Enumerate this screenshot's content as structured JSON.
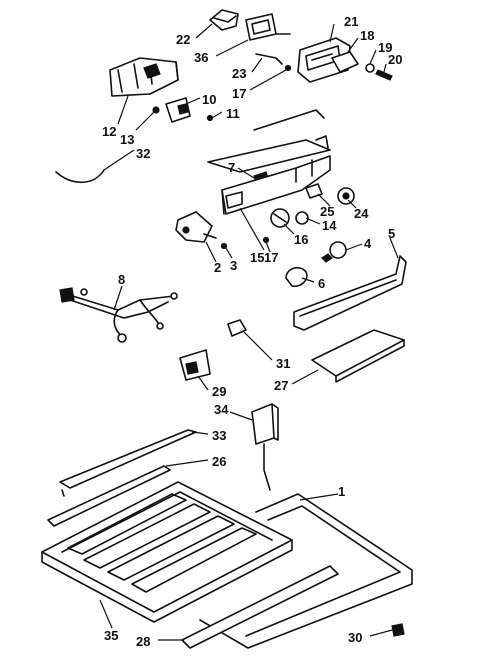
{
  "diagram": {
    "callouts": [
      "1",
      "2",
      "3",
      "4",
      "5",
      "6",
      "7",
      "8",
      "10",
      "11",
      "12",
      "13",
      "14",
      "15",
      "16",
      "17",
      "17",
      "18",
      "19",
      "20",
      "21",
      "22",
      "23",
      "24",
      "25",
      "26",
      "27",
      "28",
      "29",
      "30",
      "31",
      "32",
      "33",
      "34",
      "35",
      "36"
    ]
  }
}
